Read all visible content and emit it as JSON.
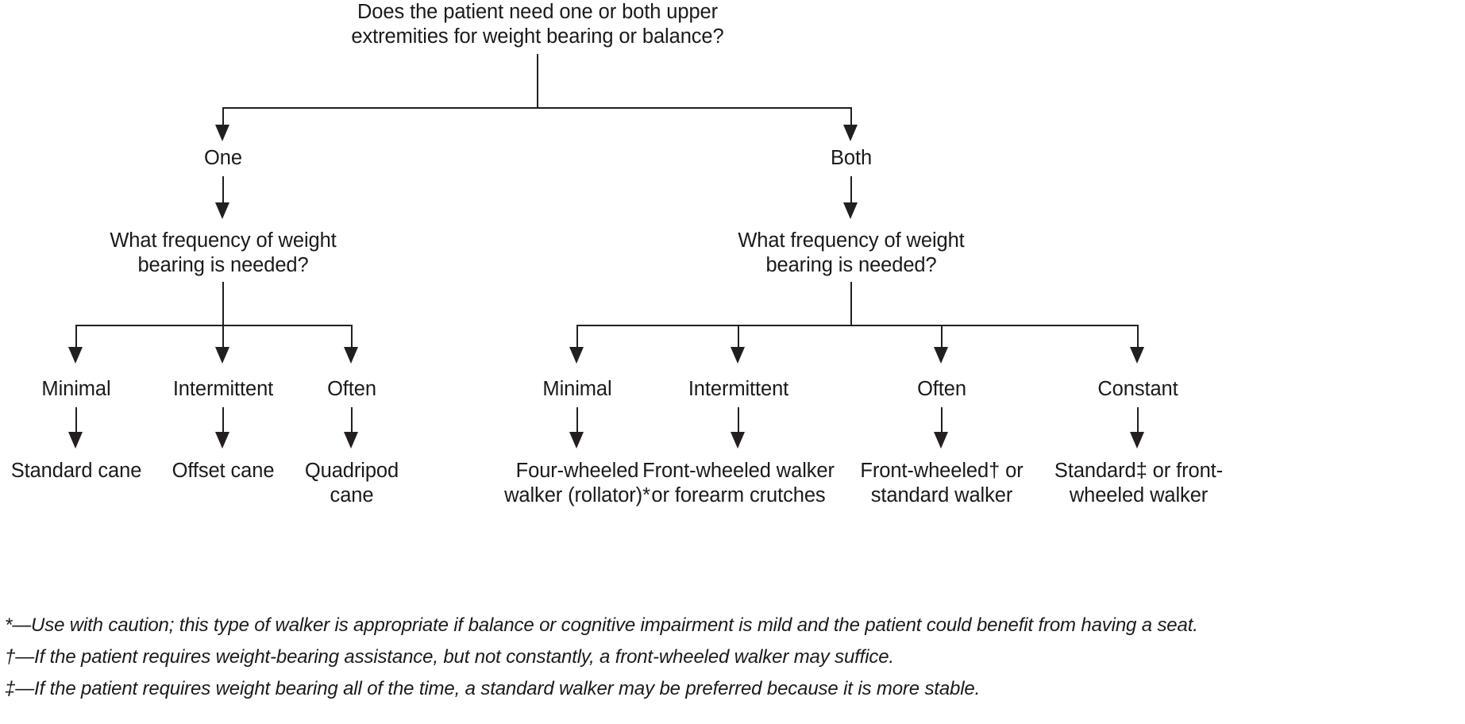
{
  "chart_data": {
    "type": "diagram",
    "diagram_kind": "decision-tree-flowchart",
    "title": "",
    "root": {
      "id": "root",
      "text": "Does the patient need one or both upper\nextremities for weight bearing or balance?"
    },
    "branches": [
      {
        "id": "one",
        "label": "One",
        "question": "What frequency of weight\nbearing is needed?",
        "options": [
          {
            "label": "Minimal",
            "outcome": "Standard cane"
          },
          {
            "label": "Intermittent",
            "outcome": "Offset cane"
          },
          {
            "label": "Often",
            "outcome": "Quadripod\ncane"
          }
        ]
      },
      {
        "id": "both",
        "label": "Both",
        "question": "What frequency of weight\nbearing is needed?",
        "options": [
          {
            "label": "Minimal",
            "outcome": "Four-wheeled\nwalker (rollator)*"
          },
          {
            "label": "Intermittent",
            "outcome": "Front-wheeled walker\nor forearm crutches"
          },
          {
            "label": "Often",
            "outcome": "Front-wheeled† or\nstandard walker"
          },
          {
            "label": "Constant",
            "outcome": "Standard‡ or front-\nwheeled walker"
          }
        ]
      }
    ],
    "footnotes": [
      "*—Use with caution; this type of walker is appropriate if balance or cognitive impairment is mild and the patient could benefit from having a seat.",
      "†—If the patient requires weight-bearing assistance, but not constantly, a front-wheeled walker may suffice.",
      "‡—If the patient requires weight bearing all of the time, a standard walker may be preferred because it is more stable."
    ],
    "colors": {
      "line": "#231f20",
      "text": "#1a1a1a",
      "background": "#ffffff"
    }
  }
}
